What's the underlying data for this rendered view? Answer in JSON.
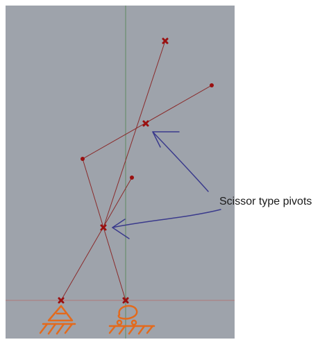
{
  "annotation": {
    "text": "Scissor type pivots",
    "color": "#1a1a1a",
    "arrow_color": "#3a3a8c"
  },
  "colors": {
    "canvas_background": "#9ea3ab",
    "page_background": "#ffffff",
    "axis_line": "#5f8a5f",
    "ground_line": "#b07a78",
    "link_line": "#8a2a2a",
    "pivot_marker": "#9a1010",
    "support_symbol": "#e36a1c"
  },
  "icons": {
    "pivot": "x-cross-marker",
    "joint": "dot-marker",
    "fixed_support": "pinned-support-hatch-icon",
    "roller_support": "roller-support-hatch-icon"
  }
}
